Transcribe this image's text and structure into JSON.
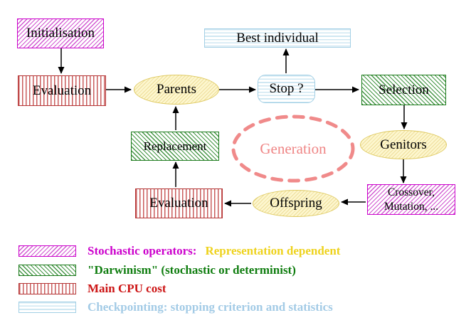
{
  "palette": {
    "magenta": "#cc00cc",
    "green": "#1a7a1a",
    "red": "#b43434",
    "cyan_border": "#a2cfe5",
    "yellow_fill": "#fdf7cf",
    "yellow_border": "#dfca62",
    "salmon": "#ef8585",
    "legend_yellow_text": "#eed21c",
    "node_text": "#000000"
  },
  "nodes": {
    "initialisation": "Initialisation",
    "evaluation_top": "Evaluation",
    "best_individual": "Best individual",
    "parents": "Parents",
    "stop": "Stop ?",
    "selection": "Selection",
    "replacement": "Replacement",
    "generation": "Generation",
    "genitors": "Genitors",
    "offspring": "Offspring",
    "evaluation_bottom": "Evaluation",
    "crossover_line1": "Crossover,",
    "crossover_line2": "Mutation, ..."
  },
  "legend": {
    "items": [
      {
        "swatch": "magenta-diagonal-hatch",
        "label": "Stochastic operators:",
        "label2": "Representation dependent"
      },
      {
        "swatch": "green-diagonal-hatch",
        "label": "\"Darwinism\" (stochastic or determinist)"
      },
      {
        "swatch": "red-vertical-stripes",
        "label": "Main CPU cost"
      },
      {
        "swatch": "cyan-horizontal-stripes",
        "label": "Checkpointing: stopping criterion and statistics"
      }
    ]
  }
}
